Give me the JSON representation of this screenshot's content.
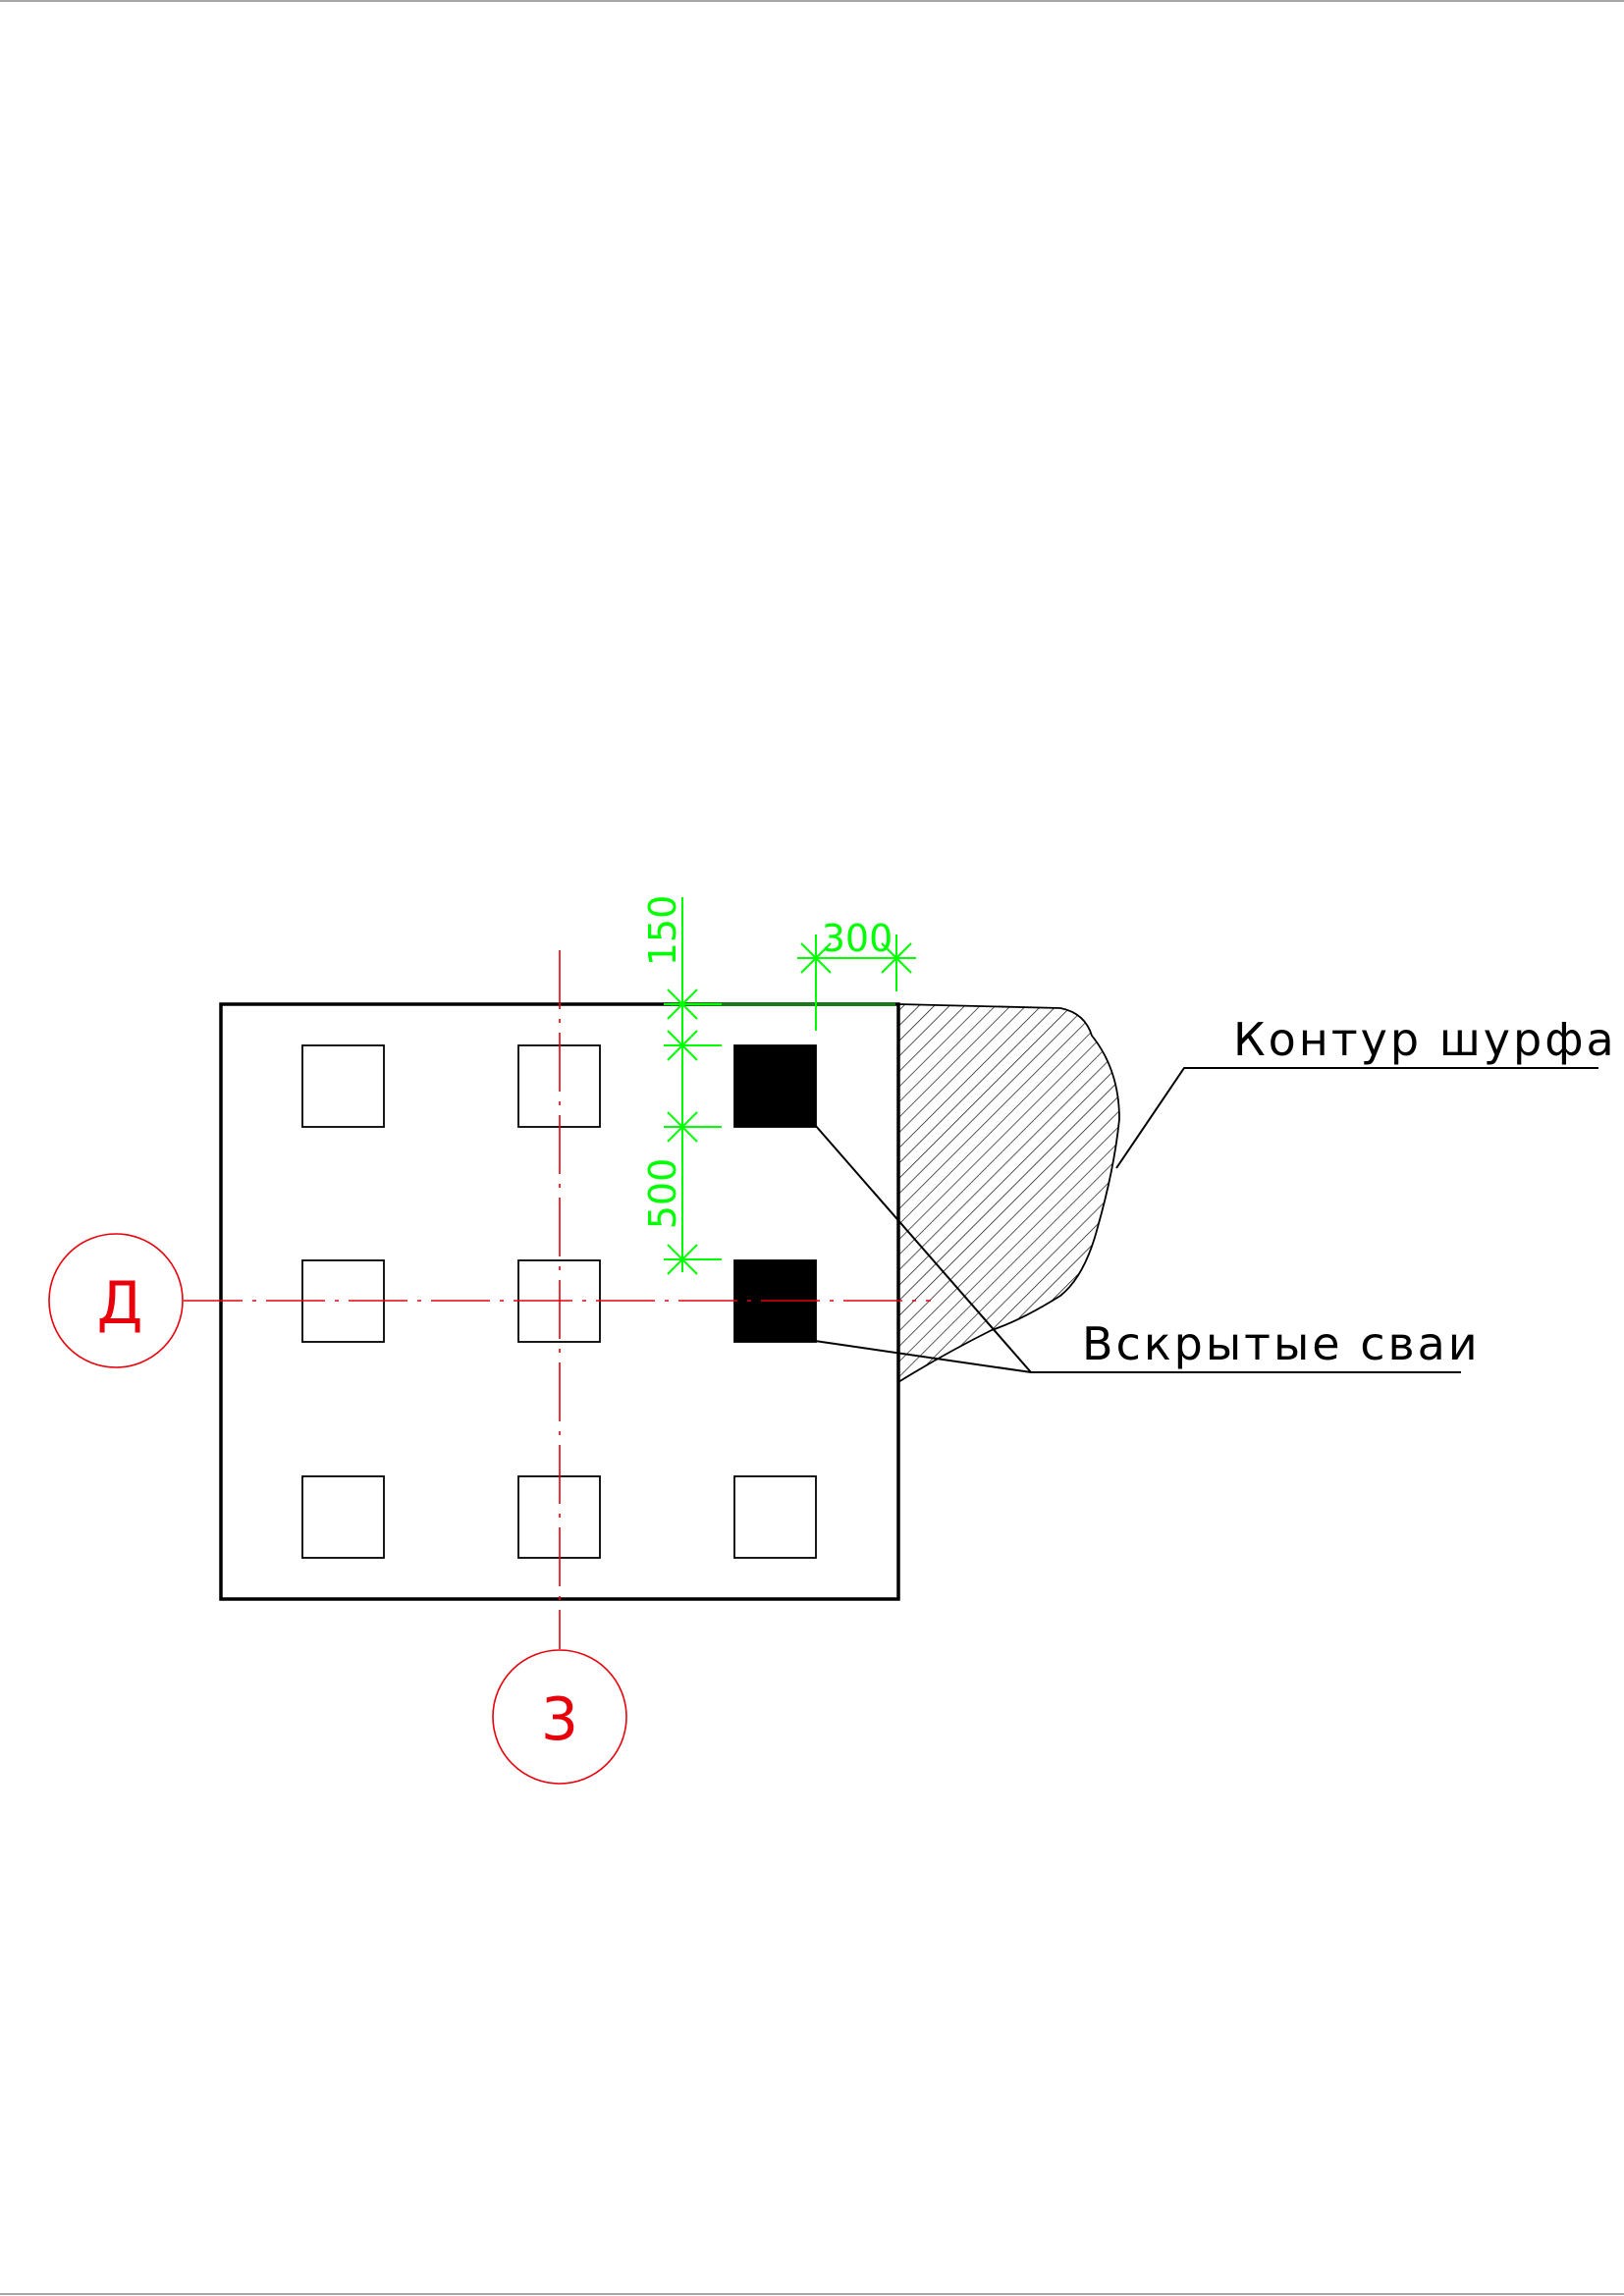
{
  "colors": {
    "outline": "#000000",
    "axis": "#e8000b",
    "dimension": "#00ff00",
    "trench_top": "#1a7a1a",
    "fill": "#000000"
  },
  "axes": {
    "horizontal_label": "Д",
    "vertical_label": "3"
  },
  "dimensions": {
    "top_offset": "150",
    "pile_spacing": "500",
    "trench_width": "300"
  },
  "leaders": {
    "trench_contour": "Контур шурфа",
    "exposed_piles": "Вскрытые сваи"
  },
  "piles": {
    "rows": 3,
    "cols": 3,
    "exposed": [
      [
        0,
        2
      ],
      [
        1,
        2
      ]
    ]
  }
}
